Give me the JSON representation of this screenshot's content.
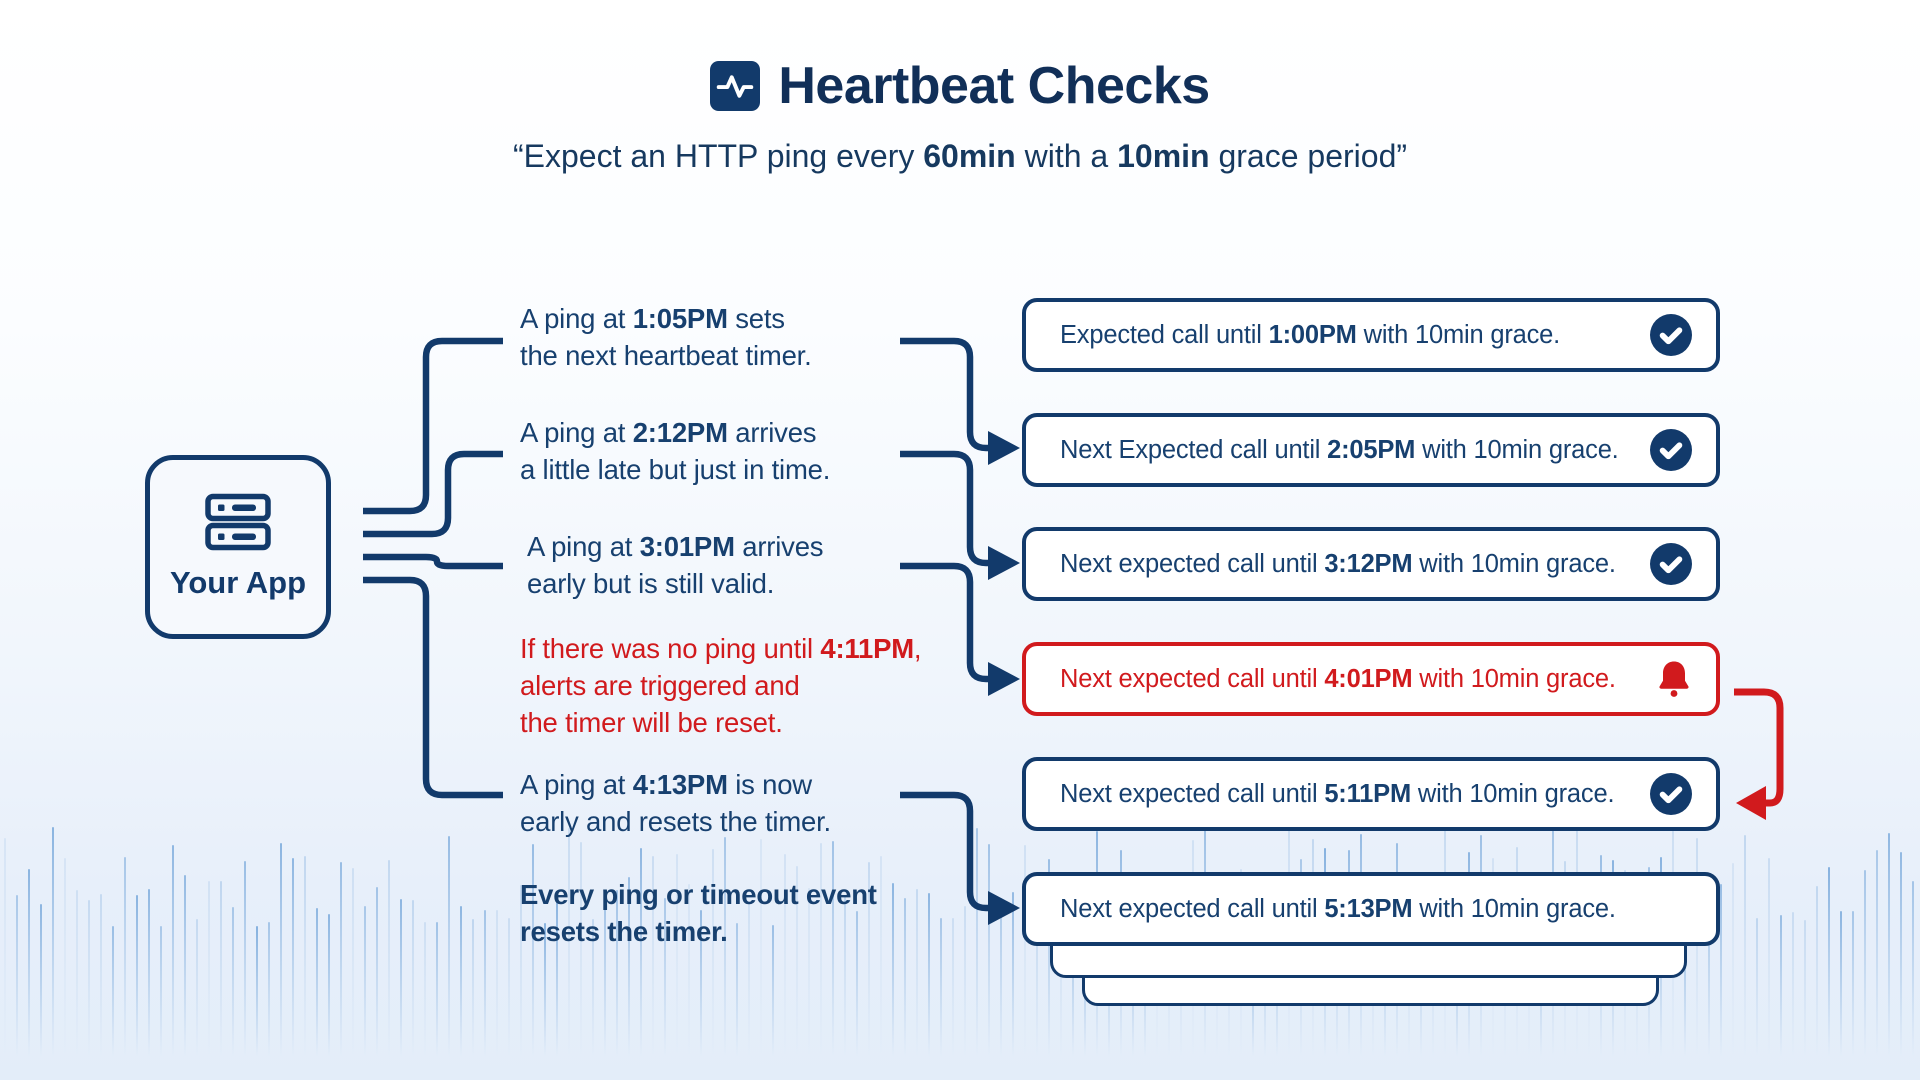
{
  "colors": {
    "navy": "#123a6b",
    "navy_text": "#17406f",
    "title_navy": "#112f58",
    "red": "#d11a1d",
    "wave_blue": "#6ea2d8",
    "box_bg": "#ffffff"
  },
  "header": {
    "icon": "activity-icon",
    "title": "Heartbeat Checks"
  },
  "subtitle": {
    "parts": [
      {
        "t": "“Expect an HTTP ping every "
      },
      {
        "t": "60min",
        "b": true
      },
      {
        "t": " with a "
      },
      {
        "t": "10min",
        "b": true
      },
      {
        "t": " grace period”"
      }
    ]
  },
  "app": {
    "icon": "server-icon",
    "label": "Your App"
  },
  "annotations": [
    {
      "tone": "navy",
      "lines": [
        [
          {
            "t": "A ping at "
          },
          {
            "t": "1:05PM",
            "b": true
          },
          {
            "t": " sets"
          }
        ],
        [
          {
            "t": "the next heartbeat timer."
          }
        ]
      ]
    },
    {
      "tone": "navy",
      "lines": [
        [
          {
            "t": "A ping at "
          },
          {
            "t": "2:12PM",
            "b": true
          },
          {
            "t": " arrives"
          }
        ],
        [
          {
            "t": "a little late but just in time."
          }
        ]
      ]
    },
    {
      "tone": "navy",
      "lines": [
        [
          {
            "t": "A ping at "
          },
          {
            "t": "3:01PM",
            "b": true
          },
          {
            "t": " arrives"
          }
        ],
        [
          {
            "t": "early but is still valid."
          }
        ]
      ]
    },
    {
      "tone": "red",
      "lines": [
        [
          {
            "t": "If there was no ping until "
          },
          {
            "t": "4:11PM",
            "b": true
          },
          {
            "t": ","
          }
        ],
        [
          {
            "t": "alerts are triggered and"
          }
        ],
        [
          {
            "t": "the timer will be reset."
          }
        ]
      ]
    },
    {
      "tone": "navy",
      "lines": [
        [
          {
            "t": "A ping at "
          },
          {
            "t": "4:13PM",
            "b": true
          },
          {
            "t": " is now"
          }
        ],
        [
          {
            "t": "early and resets the timer."
          }
        ]
      ]
    },
    {
      "tone": "navy-bold",
      "lines": [
        [
          {
            "t": "Every ping or timeout event",
            "b": true
          }
        ],
        [
          {
            "t": "resets the timer.",
            "b": true
          }
        ]
      ]
    }
  ],
  "status_boxes": [
    {
      "tone": "navy",
      "icon": "check-circle-icon",
      "parts": [
        {
          "t": "Expected call until "
        },
        {
          "t": "1:00PM",
          "b": true
        },
        {
          "t": " with 10min grace."
        }
      ]
    },
    {
      "tone": "navy",
      "icon": "check-circle-icon",
      "parts": [
        {
          "t": "Next Expected call until "
        },
        {
          "t": "2:05PM",
          "b": true
        },
        {
          "t": " with 10min grace."
        }
      ]
    },
    {
      "tone": "navy",
      "icon": "check-circle-icon",
      "parts": [
        {
          "t": "Next expected call until "
        },
        {
          "t": "3:12PM",
          "b": true
        },
        {
          "t": " with 10min grace."
        }
      ]
    },
    {
      "tone": "red",
      "icon": "bell-icon",
      "parts": [
        {
          "t": "Next expected call until "
        },
        {
          "t": "4:01PM",
          "b": true
        },
        {
          "t": " with 10min grace."
        }
      ]
    },
    {
      "tone": "navy",
      "icon": "check-circle-icon",
      "parts": [
        {
          "t": "Next expected call until "
        },
        {
          "t": "5:11PM",
          "b": true
        },
        {
          "t": " with 10min grace."
        }
      ]
    },
    {
      "tone": "navy",
      "icon": "none",
      "parts": [
        {
          "t": "Next expected call until "
        },
        {
          "t": "5:13PM",
          "b": true
        },
        {
          "t": " with 10min grace."
        }
      ]
    }
  ]
}
